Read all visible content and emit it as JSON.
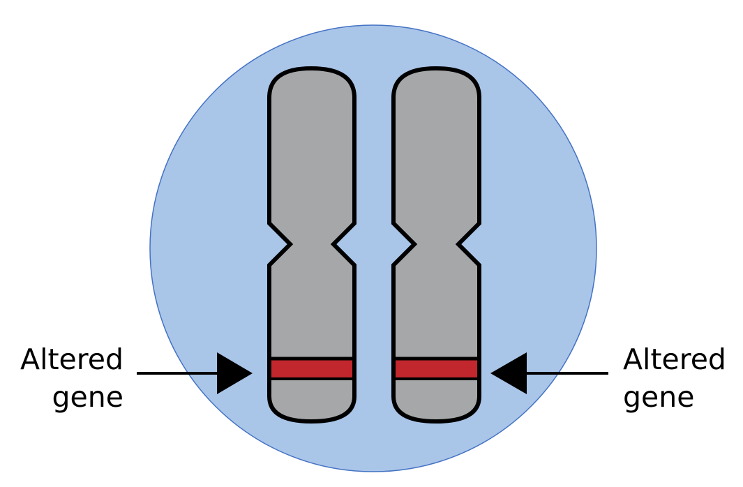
{
  "colors": {
    "cell": "#a9c5e8",
    "cell_outline": "#4472c4",
    "chromosome": "#a6a7a9",
    "outline": "#000000",
    "gene_band": "#c1272d",
    "background": "#ffffff"
  },
  "icons": {
    "left_arrow": "arrow-right-icon",
    "right_arrow": "arrow-left-icon"
  },
  "labels": {
    "left": {
      "line1": "Altered",
      "line2": "gene"
    },
    "right": {
      "line1": "Altered",
      "line2": "gene"
    }
  }
}
